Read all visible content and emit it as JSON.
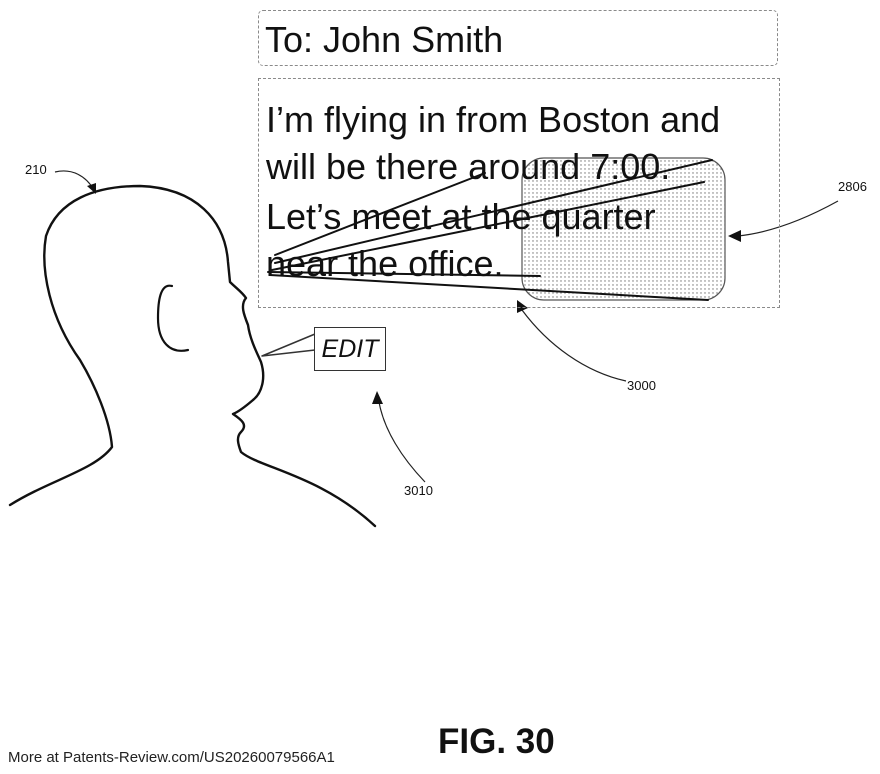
{
  "recipient_field": {
    "text": "To: John Smith"
  },
  "message": {
    "lines": [
      "I’m flying in from Boston and",
      "will be there around 7:00.",
      "Let’s meet at the quarter",
      "near the office."
    ]
  },
  "speech_bubble": {
    "text": "EDIT"
  },
  "reference_numerals": {
    "user_head": "210",
    "display_region": "2806",
    "gaze_lines": "3000",
    "voice_command": "3010"
  },
  "figure_label": "FIG. 30",
  "footer": "More at Patents-Review.com/US20260079566A1"
}
